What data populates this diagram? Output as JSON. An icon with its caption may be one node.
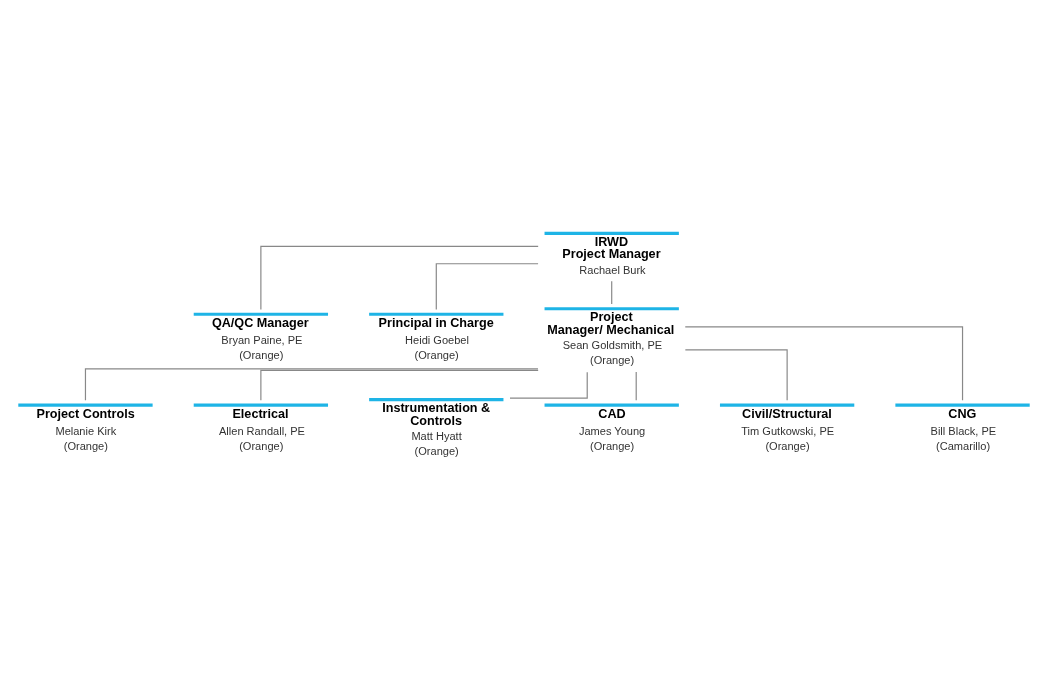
{
  "diagram": {
    "nodes": [
      {
        "text": [
          "IRWD Project Manager",
          "Rachael Burk"
        ]
      },
      {
        "text": [
          "QA/QC Manager",
          "Bryan Paine, PE",
          "(Orange)"
        ]
      },
      {
        "text": [
          "Principal in Charge",
          "Heidi Goebel",
          "(Orange)"
        ]
      },
      {
        "text": [
          "Project Manager/ Mechanical",
          "Sean Goldsmith, PE",
          "(Orange)"
        ]
      },
      {
        "text": [
          "Project Controls",
          "Melanie Kirk",
          "(Orange)"
        ]
      },
      {
        "text": [
          "Electrical",
          "Allen Randall, PE",
          "(Orange)"
        ]
      },
      {
        "text": [
          "Instrumentation & Controls",
          "Matt Hyatt",
          "(Orange)"
        ]
      },
      {
        "text": [
          "CAD",
          "James Young",
          "(Orange)"
        ]
      },
      {
        "text": [
          "Civil/Structural",
          "Tim Gutkowski, PE",
          "(Orange)"
        ]
      },
      {
        "text": [
          "CNG",
          "Bill Black, PE",
          "(Camarillo)"
        ]
      }
    ],
    "edges": [
      {
        "from": 0,
        "to": 1,
        "arrow": "none"
      },
      {
        "from": 0,
        "to": 2,
        "arrow": "none"
      },
      {
        "from": 0,
        "to": 3,
        "arrow": "none"
      },
      {
        "from": 3,
        "to": 4,
        "arrow": "none"
      },
      {
        "from": 3,
        "to": 5,
        "arrow": "none"
      },
      {
        "from": 3,
        "to": 6,
        "arrow": "none"
      },
      {
        "from": 3,
        "to": 7,
        "arrow": "none"
      },
      {
        "from": 3,
        "to": 8,
        "arrow": "none"
      },
      {
        "from": 3,
        "to": 9,
        "arrow": "none"
      }
    ]
  }
}
